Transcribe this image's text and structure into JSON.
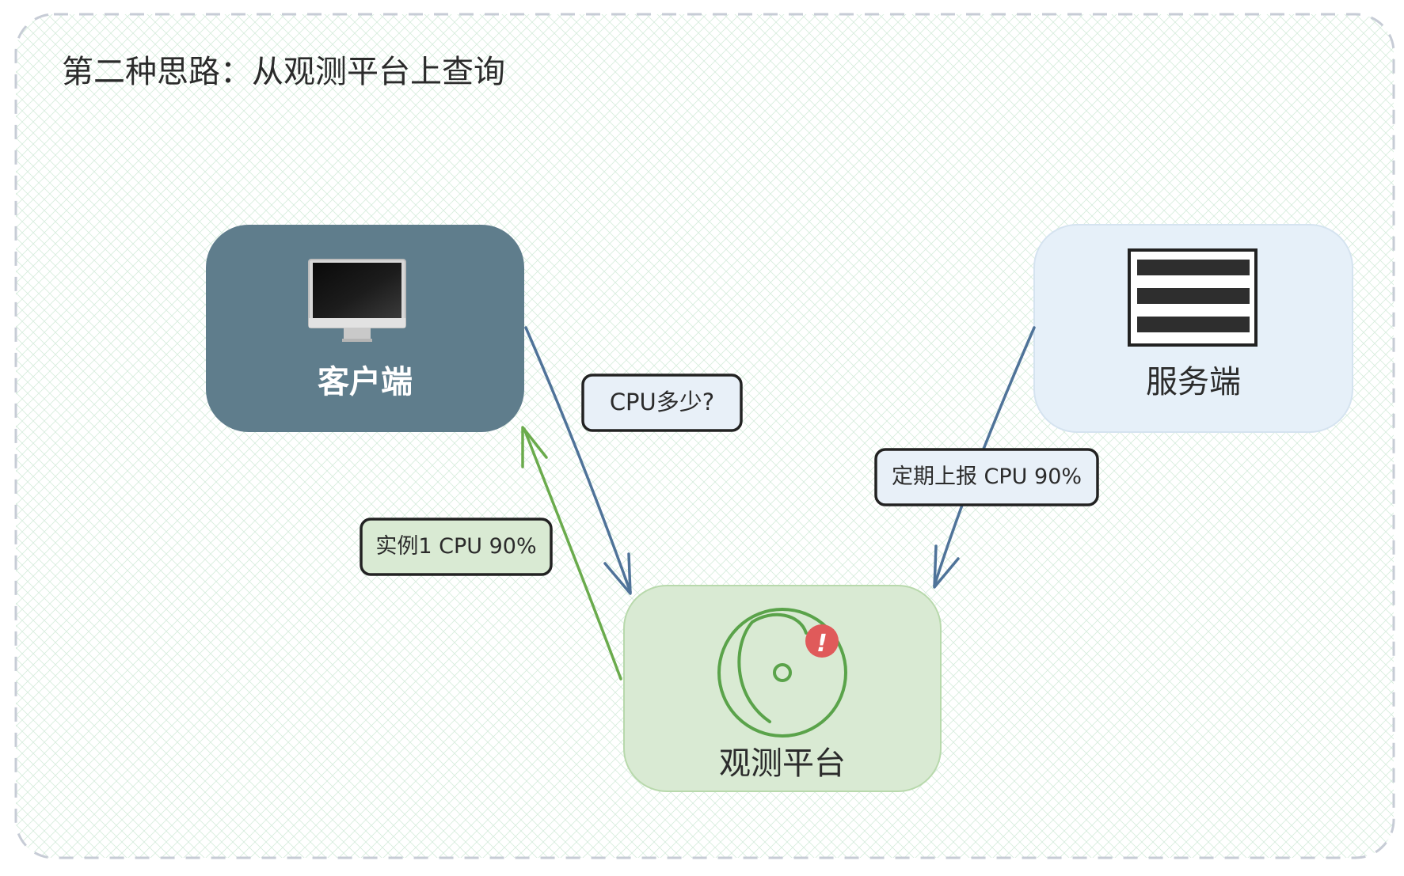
{
  "title": "第二种思路：从观测平台上查询",
  "nodes": {
    "client": {
      "label": "客户端",
      "icon": "monitor-icon"
    },
    "server": {
      "label": "服务端",
      "icon": "server-rack-icon"
    },
    "observability": {
      "label": "观测平台",
      "icon": "observability-alert-icon",
      "alert_glyph": "!"
    }
  },
  "edges": {
    "query": {
      "label": "CPU多少?",
      "from": "client",
      "to": "observability"
    },
    "report": {
      "label": "定期上报 CPU 90%",
      "from": "server",
      "to": "observability"
    },
    "answer": {
      "label": "实例1 CPU 90%",
      "from": "observability",
      "to": "client"
    }
  },
  "colors": {
    "frame_border": "#c7ccd6",
    "background_hatch": "#cfe8d6",
    "client_fill": "#5f7d8c",
    "client_text": "#ffffff",
    "server_fill": "#e6f0f9",
    "observability_fill": "#d9ead3",
    "observability_stroke": "#5aa34a",
    "blue_arrow": "#4f7399",
    "green_arrow": "#6aab4c",
    "alert_red": "#e05a5a",
    "label_blue_fill": "#e8f0f8",
    "label_green_fill": "#d9ead3",
    "text_dark": "#2b2b2b"
  }
}
